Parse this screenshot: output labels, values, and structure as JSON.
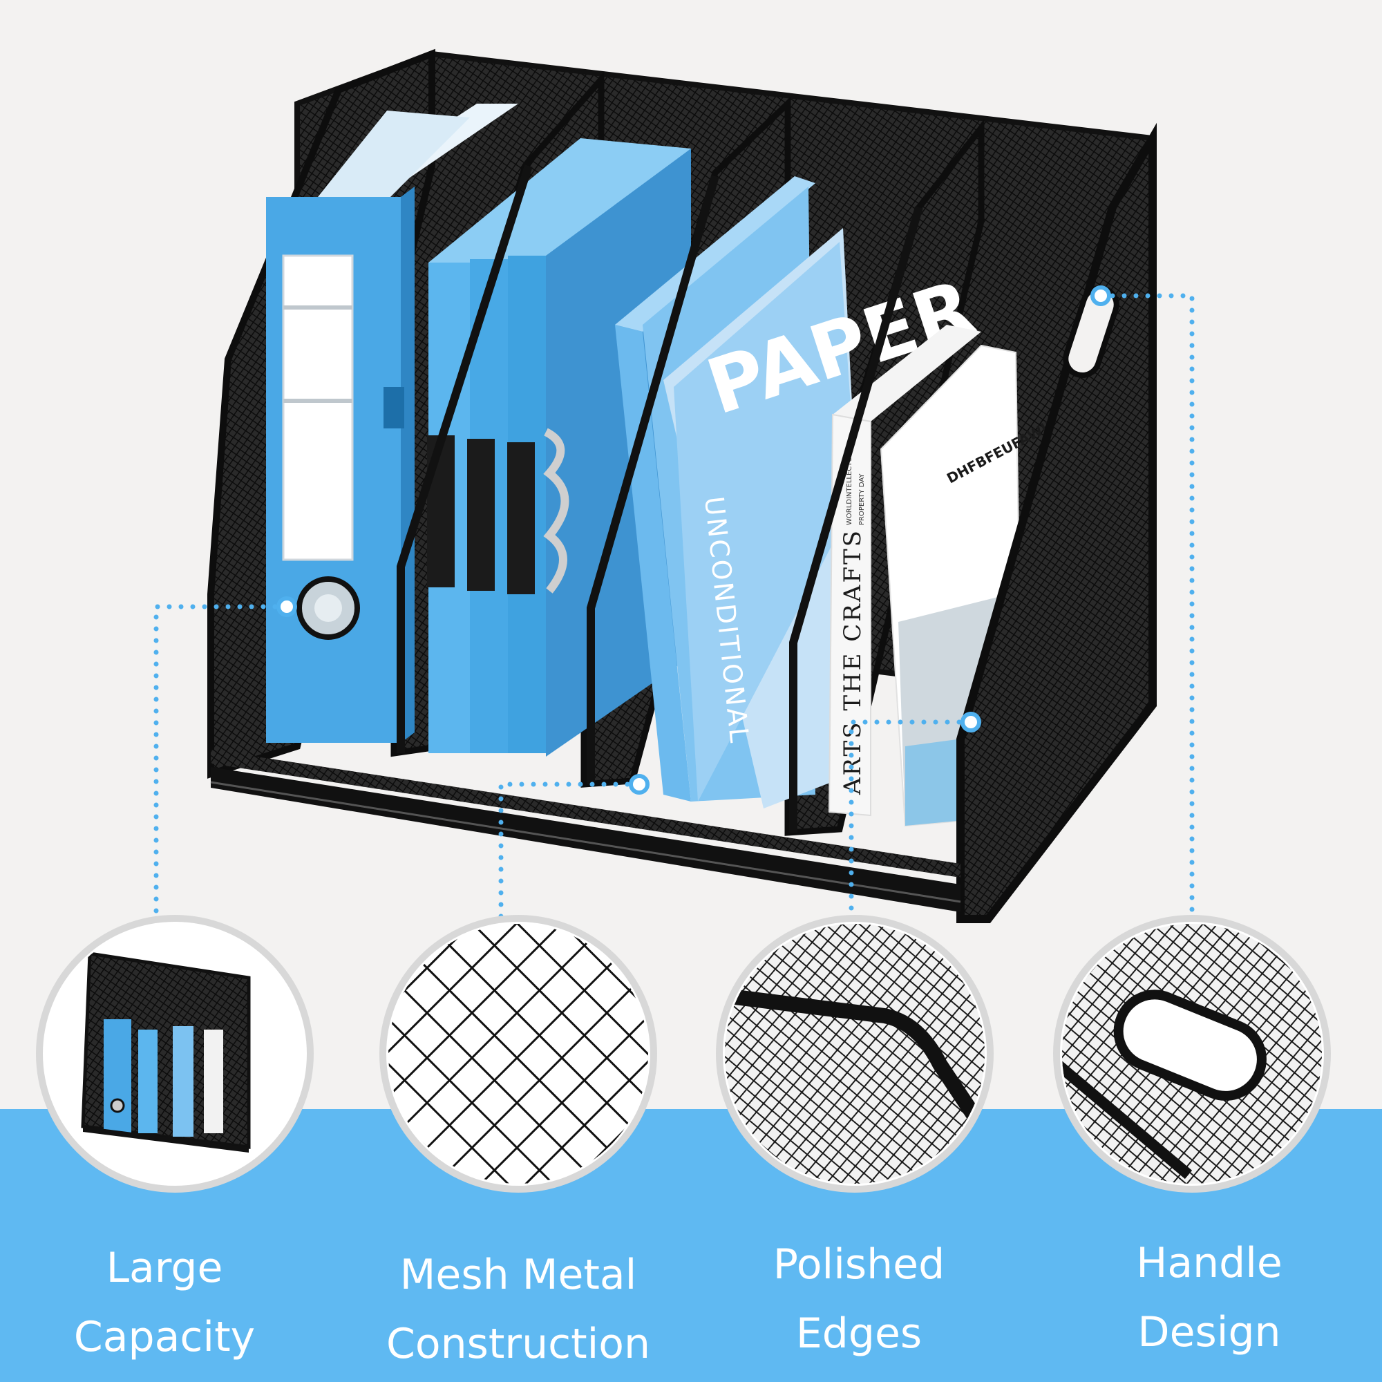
{
  "colors": {
    "background": "#f3f2f1",
    "accent_band": "#5fb9f2",
    "frame_black": "#151515",
    "folder_blue": "#5aaee8",
    "binder_blue": "#4aa8e6",
    "dotted_line": "#4fb0ee",
    "circle_ring": "#d8d8d8"
  },
  "product": {
    "binder_icon": "binder-icon",
    "magazine": {
      "cover_title": "PAPER",
      "spine_text": "UNCONDITIONAL"
    },
    "book_white": {
      "spine_title": "ARTS THE CRAFTS",
      "spine_sub_1": "WORLDINTELLECTUAL",
      "spine_sub_2": "PROPERTY DAY"
    },
    "book_box": {
      "cover_title": "DHFBFEUFAWIFO"
    }
  },
  "features": [
    {
      "line1": "Large",
      "line2": "Capacity",
      "icon": "organizer-overview-icon"
    },
    {
      "line1": "Mesh Metal",
      "line2": "Construction",
      "icon": "mesh-closeup-icon"
    },
    {
      "line1": "Polished",
      "line2": "Edges",
      "icon": "edge-closeup-icon"
    },
    {
      "line1": "Handle",
      "line2": "Design",
      "icon": "handle-closeup-icon"
    }
  ]
}
